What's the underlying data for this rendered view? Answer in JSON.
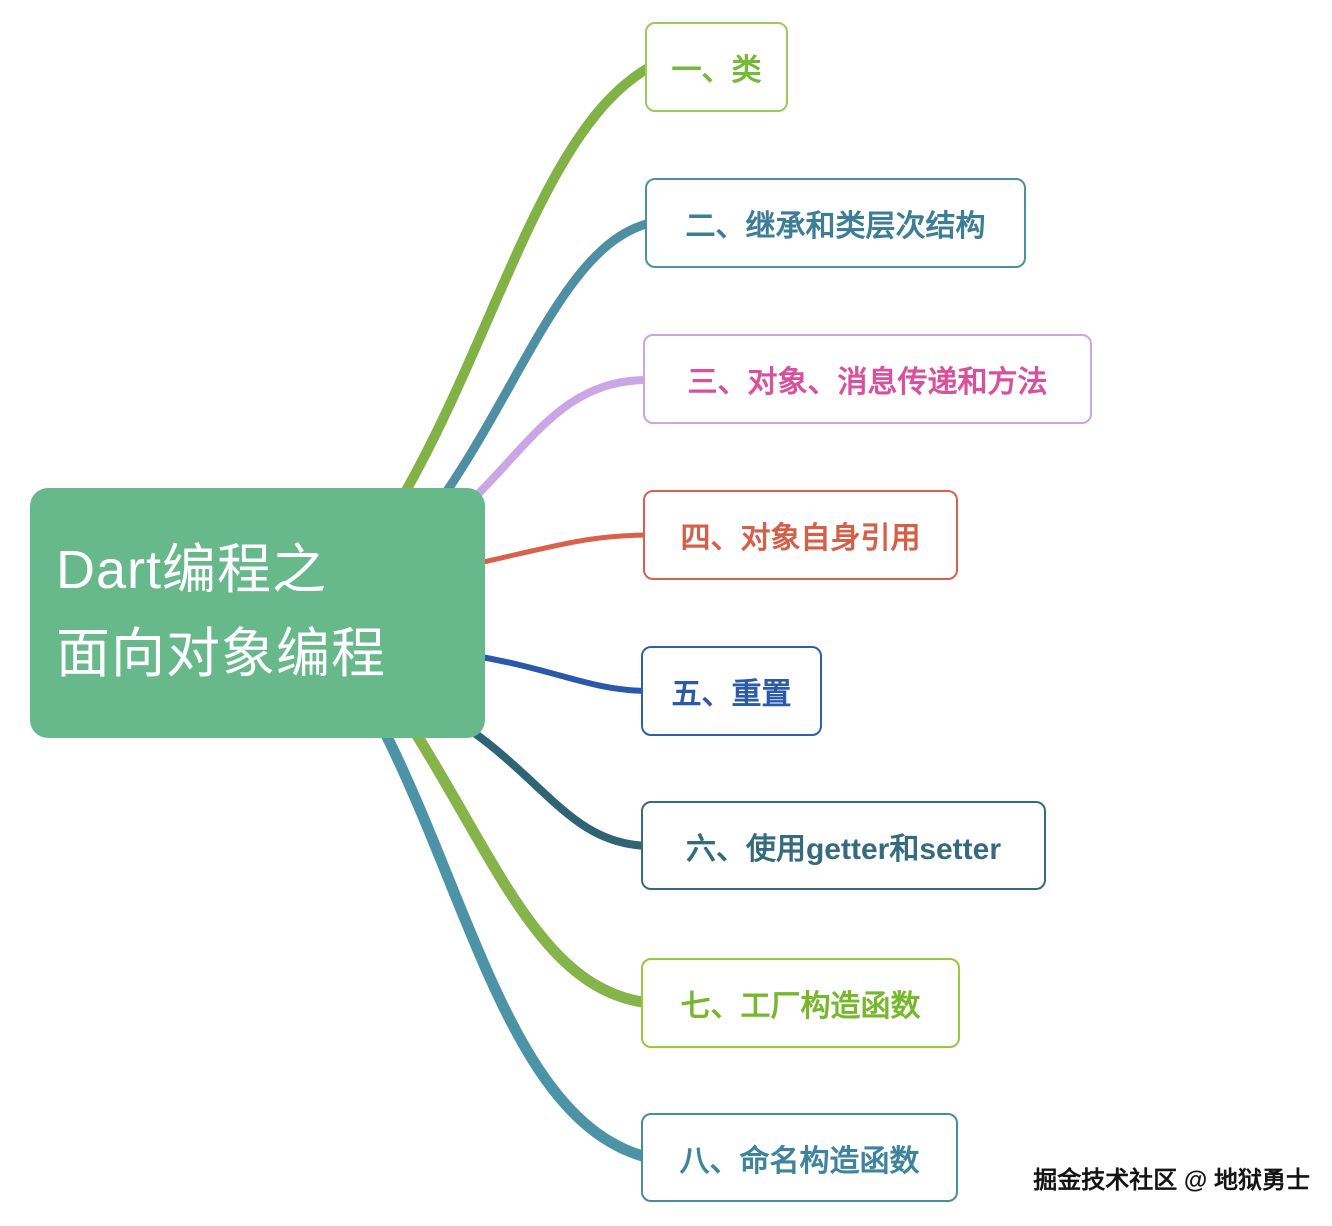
{
  "central": {
    "line1": "Dart编程之",
    "line2": "面向对象编程",
    "bg_color": "#67b98b"
  },
  "branches": [
    {
      "label": "一、类",
      "text_color": "#76b83a",
      "border_color": "#9ac95e",
      "curve_color": "#82b146",
      "curve_width": 10
    },
    {
      "label": "二、继承和类层次结构",
      "text_color": "#3d7e96",
      "border_color": "#4e8fa4",
      "curve_color": "#4f8fa4",
      "curve_width": 9
    },
    {
      "label": "三、对象、消息传递和方法",
      "text_color": "#d9509c",
      "border_color": "#cda6e0",
      "curve_color": "#c9a6e6",
      "curve_width": 8
    },
    {
      "label": "四、对象自身引用",
      "text_color": "#d5604a",
      "border_color": "#d9604c",
      "curve_color": "#d9604a",
      "curve_width": 5
    },
    {
      "label": "五、重置",
      "text_color": "#2b5ba8",
      "border_color": "#2f5fa8",
      "curve_color": "#2b58a8",
      "curve_width": 6
    },
    {
      "label": "六、使用getter和setter",
      "text_color": "#356b7c",
      "border_color": "#356b7c",
      "curve_color": "#2f6475",
      "curve_width": 8
    },
    {
      "label": "七、工厂构造函数",
      "text_color": "#76b82a",
      "border_color": "#97c93d",
      "curve_color": "#86b34a",
      "curve_width": 11
    },
    {
      "label": "八、命名构造函数",
      "text_color": "#3d849c",
      "border_color": "#4a8ba0",
      "curve_color": "#4d93a8",
      "curve_width": 11
    }
  ],
  "watermark": "掘金技术社区 @ 地狱勇士"
}
